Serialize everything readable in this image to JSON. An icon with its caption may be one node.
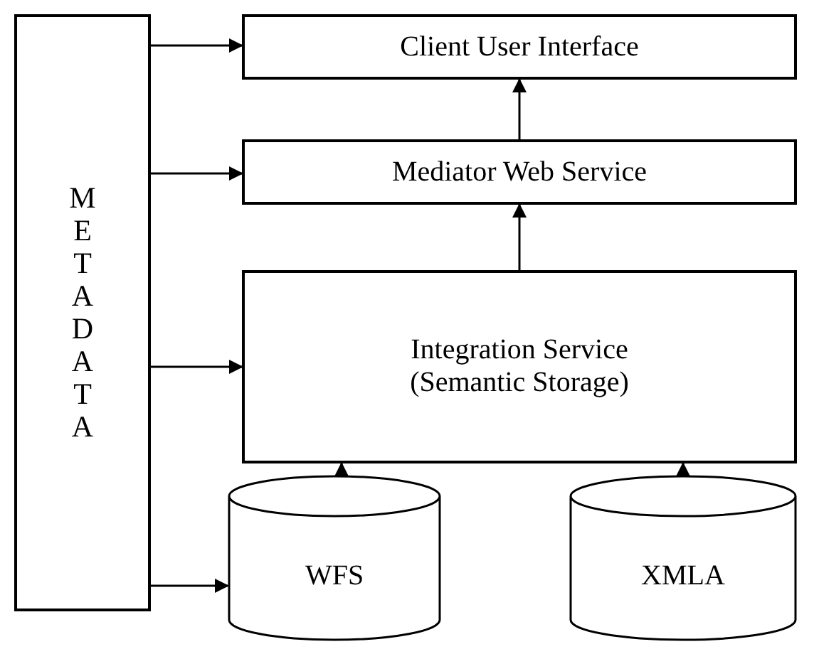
{
  "diagram": {
    "nodes": [
      {
        "text": [
          "METADATA"
        ]
      },
      {
        "text": [
          "Client User Interface"
        ]
      },
      {
        "text": [
          "Mediator Web Service"
        ]
      },
      {
        "text": [
          "Integration Service (Semantic Storage)"
        ]
      },
      {
        "text": [
          "WFS"
        ]
      },
      {
        "text": [
          "XMLA"
        ]
      }
    ],
    "edges": [
      {
        "from": 0,
        "to": 1,
        "arrow": "to"
      },
      {
        "from": 0,
        "to": 2,
        "arrow": "to"
      },
      {
        "from": 0,
        "to": 3,
        "arrow": "to"
      },
      {
        "from": 0,
        "to": 4,
        "arrow": "to"
      },
      {
        "from": 2,
        "to": 1,
        "arrow": "to"
      },
      {
        "from": 3,
        "to": 2,
        "arrow": "to"
      },
      {
        "from": 4,
        "to": 3,
        "arrow": "to"
      },
      {
        "from": 5,
        "to": 3,
        "arrow": "to"
      }
    ]
  }
}
